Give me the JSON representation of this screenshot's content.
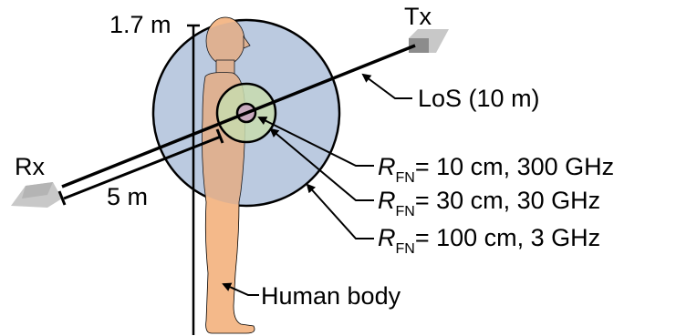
{
  "height_label": "1.7 m",
  "tx_label": "Tx",
  "rx_label": "Rx",
  "distance_label": "5 m",
  "los_label": "LoS (10 m)",
  "body_label": "Human body",
  "fresnel": {
    "r_symbol": "R",
    "r_subscript": "FN",
    "entries": [
      {
        "value": "= 10 cm, 300 GHz"
      },
      {
        "value": "= 30 cm, 30 GHz"
      },
      {
        "value": "= 100 cm, 3 GHz"
      }
    ]
  },
  "colors": {
    "large_zone": "#cad7ea",
    "mid_zone": "#c8dcae",
    "small_zone": "#c8aabe",
    "body": "#f4b98a",
    "terminal": "#8c8c8c",
    "terminal_light": "#c8c8c8"
  }
}
